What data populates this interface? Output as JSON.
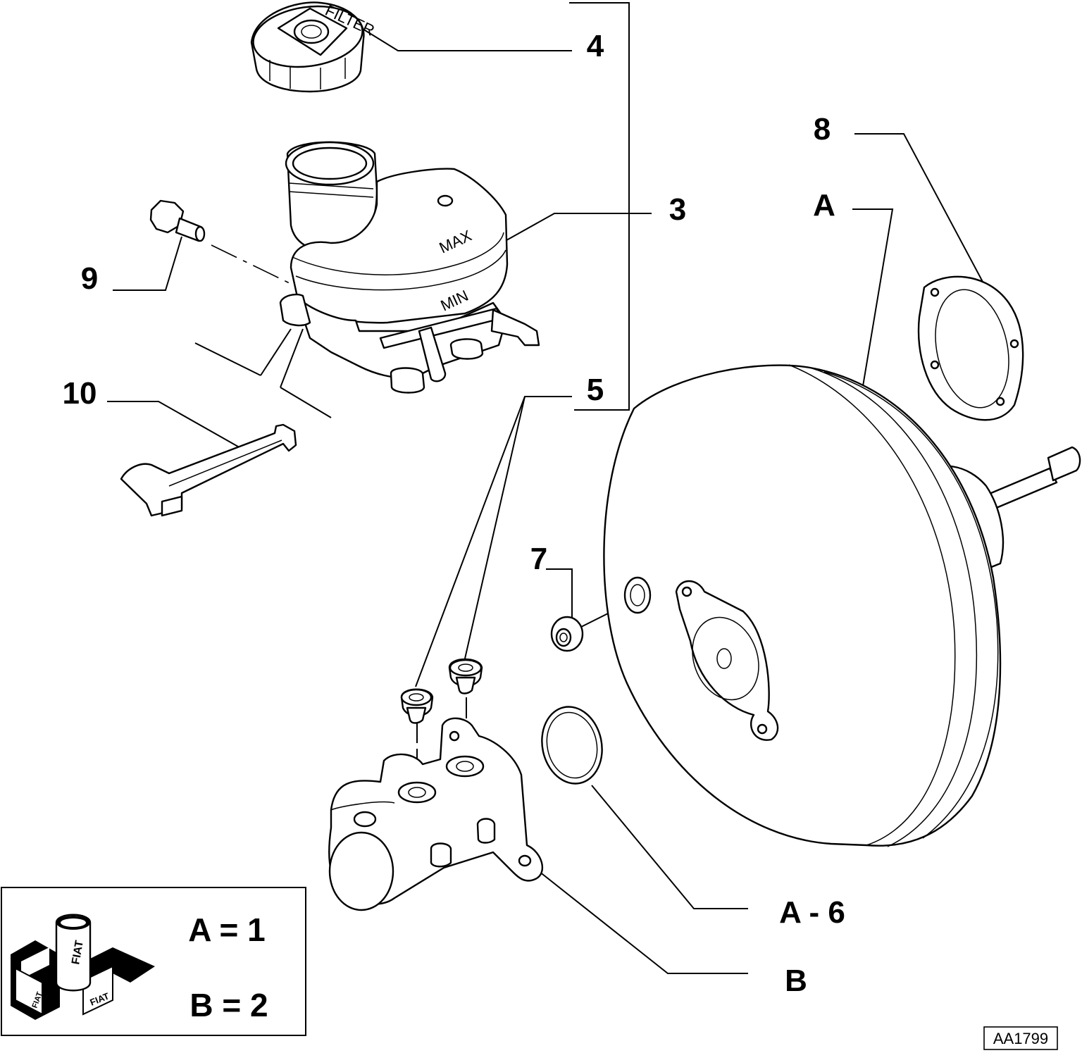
{
  "callouts": {
    "c4": "4",
    "c3": "3",
    "c9": "9",
    "c10": "10",
    "c5": "5",
    "c8": "8",
    "cA": "A",
    "c7": "7",
    "cA6": "A - 6",
    "cB": "B"
  },
  "legend": {
    "line1": "A = 1",
    "line2": "B = 2",
    "can_brand": "FIAT",
    "box_brand_left": "FIAT",
    "box_brand_right": "FIAT"
  },
  "reference_code": "AA1799",
  "reservoir_markings": {
    "cap_line1": "FILTER",
    "min_label": "MIN",
    "max_label": "MAX"
  }
}
